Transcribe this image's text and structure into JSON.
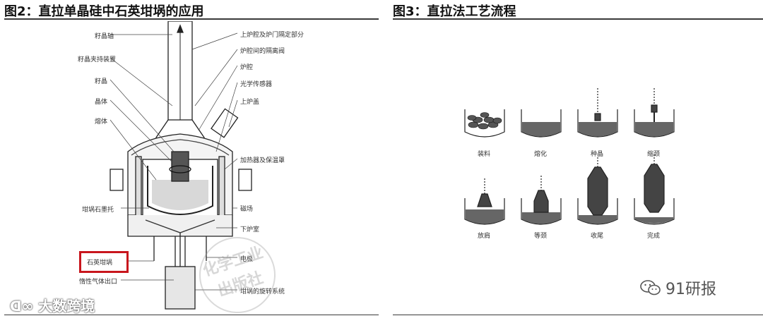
{
  "left_figure": {
    "title": "图2：直拉单晶硅中石英坩埚的应用",
    "labels_left": [
      "籽晶轴",
      "籽晶夹持装置",
      "籽晶",
      "晶体",
      "熔体",
      "坩埚石墨托",
      "石英坩埚",
      "惰性气体出口"
    ],
    "labels_right": [
      "上炉腔及炉门隔定部分",
      "炉腔间的隔离阀",
      "炉腔",
      "光学传感器",
      "上炉盖",
      "加热器及保温罩",
      "磁场",
      "下炉室",
      "电极",
      "坩埚的旋转系统"
    ],
    "stamp_text": [
      "化学工业",
      "出版社"
    ],
    "logo_text": "大数跨境"
  },
  "right_figure": {
    "title": "图3：直拉法工艺流程",
    "steps": [
      "装料",
      "熔化",
      "种晶",
      "缩颈",
      "放肩",
      "等颈",
      "收尾",
      "完成"
    ],
    "wechat_text": "91研报"
  },
  "colors": {
    "highlight": "#c8161d",
    "rule": "#3a3a3a"
  }
}
